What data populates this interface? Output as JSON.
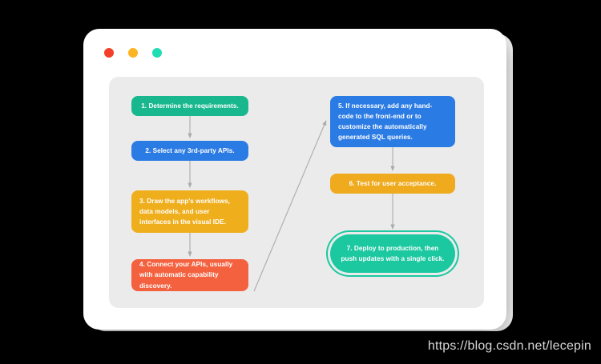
{
  "window": {
    "traffic_lights": [
      {
        "name": "close",
        "color": "#F4402A"
      },
      {
        "name": "minimize",
        "color": "#FBB522"
      },
      {
        "name": "maximize",
        "color": "#20DDB4"
      }
    ]
  },
  "diagram": {
    "type": "flowchart",
    "panel_color": "#ebebeb",
    "connector_color": "#ABABAB",
    "nodes": [
      {
        "id": "node1",
        "step": 1,
        "text": "1. Determine the requirements.",
        "color": "#18B78D",
        "column": "left"
      },
      {
        "id": "node2",
        "step": 2,
        "text": "2. Select any 3rd-party APIs.",
        "color": "#2B7BE4",
        "column": "left"
      },
      {
        "id": "node3",
        "step": 3,
        "text": "3. Draw the app's workflows, data models, and user interfaces in the visual IDE.",
        "color": "#EFAE1C",
        "column": "left"
      },
      {
        "id": "node4",
        "step": 4,
        "text": "4. Connect your APIs, usually with automatic capability discovery.",
        "color": "#F4613F",
        "column": "left"
      },
      {
        "id": "node5",
        "step": 5,
        "text": "5. If necessary, add any hand-code to the front-end or to customize the automatically generated SQL queries.",
        "color": "#2B7BE4",
        "column": "right"
      },
      {
        "id": "node6",
        "step": 6,
        "text": "6. Test for user acceptance.",
        "color": "#EFAA1E",
        "column": "right"
      },
      {
        "id": "node7",
        "step": 7,
        "text": "7. Deploy to production, then push updates with a single click.",
        "color": "#1BC8A0",
        "column": "right",
        "highlighted": true
      }
    ],
    "connectors": [
      {
        "from": "node1",
        "to": "node2",
        "style": "straight-down"
      },
      {
        "from": "node2",
        "to": "node3",
        "style": "straight-down"
      },
      {
        "from": "node3",
        "to": "node4",
        "style": "straight-down"
      },
      {
        "from": "node4",
        "to": "node5",
        "style": "diagonal-up-right"
      },
      {
        "from": "node5",
        "to": "node6",
        "style": "straight-down"
      },
      {
        "from": "node6",
        "to": "node7",
        "style": "straight-down"
      }
    ]
  },
  "watermark": {
    "text": "https://blog.csdn.net/lecepin"
  }
}
